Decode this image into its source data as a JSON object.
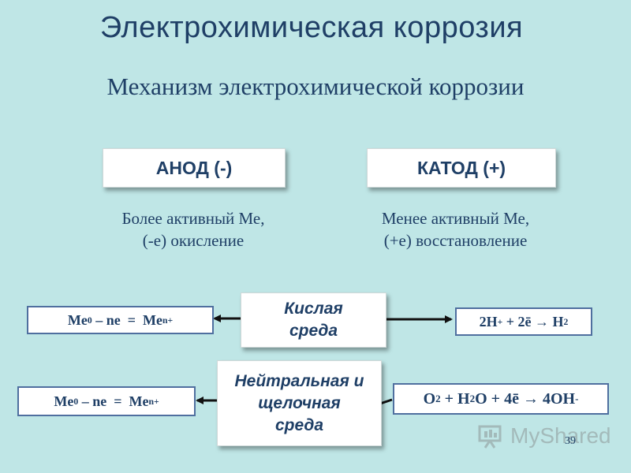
{
  "title": "Электрохимическая коррозия",
  "subtitle": "Механизм электрохимической коррозии",
  "anode": {
    "label": "АНОД (-)",
    "desc_line1": "Более активный Ме,",
    "desc_line2": "(-е) окисление"
  },
  "cathode": {
    "label": "КАТОД (+)",
    "desc_line1": "Менее активный Ме,",
    "desc_line2": "(+е) восстановление"
  },
  "acid": {
    "medium_line1": "Кислая",
    "medium_line2": "среда",
    "anode_eq": {
      "a": "Me",
      "a_sup": "0",
      "b": " – ne  =  Me",
      "b_sup": "n+"
    },
    "cathode_eq": {
      "a": "2H",
      "a_sup": "+",
      "b": " + 2ē → H",
      "b_sub": "2"
    }
  },
  "neutral": {
    "medium_line1": "Нейтральная и",
    "medium_line2": "щелочная",
    "medium_line3": "среда",
    "anode_eq": {
      "a": "Me",
      "a_sup": "0",
      "b": " – ne  =  Me",
      "b_sup": "n+"
    },
    "cathode_eq": {
      "a": "O",
      "a_sub": "2",
      "b": " + H",
      "b_sub": "2",
      "c": "O + 4ē → 4OH",
      "c_sup": "-"
    }
  },
  "watermark": {
    "text": "MyShared"
  },
  "page_number": "39",
  "colors": {
    "background": "#bfe6e6",
    "text": "#1f3f66",
    "box_border": "#4f6f9f",
    "arrow": "#111111"
  }
}
